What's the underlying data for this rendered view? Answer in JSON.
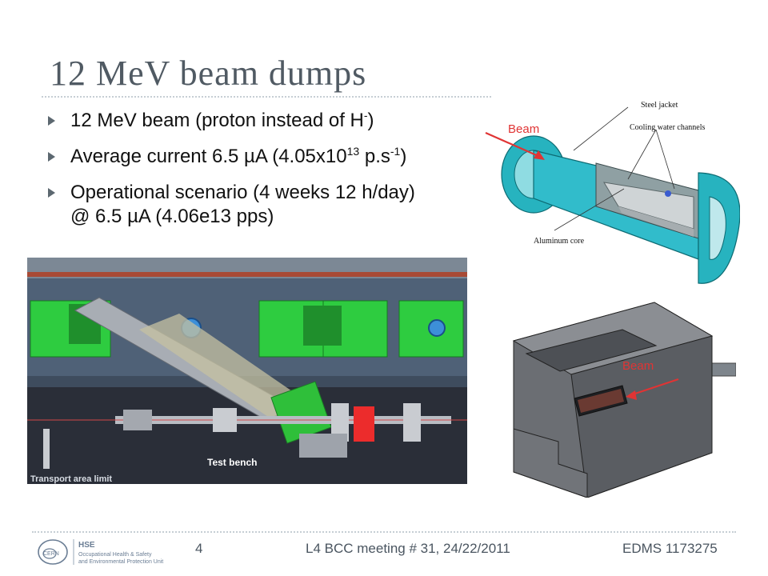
{
  "slide": {
    "title": "12 MeV beam dumps",
    "bullets": [
      {
        "pre": "12 MeV beam (proton instead of H",
        "sup": "-",
        "post": ")"
      },
      {
        "pre": "Average current 6.5 µA (4.05x10",
        "sup": "13",
        "mid": " p.s",
        "sup2": "-1",
        "post": ")"
      },
      {
        "line1": "Operational scenario (4 weeks 12 h/day)",
        "line2": "@ 6.5 µA (4.06e13 pps)"
      }
    ]
  },
  "figures": {
    "photo": {
      "label_test_bench": "Test bench",
      "label_transport": "Transport area limit"
    },
    "dump_cross_section": {
      "beam_label": "Beam",
      "annotations": {
        "steel_jacket": "Steel jacket",
        "cooling_channels": "Cooling water channels",
        "aluminum_core": "Aluminum core"
      }
    },
    "dump_block": {
      "beam_label": "Beam"
    }
  },
  "footer": {
    "logo": {
      "org_short": "HSE",
      "org_line1": "Occupational Health & Safety",
      "org_line2": "and Environmental Protection Unit",
      "cern_mark": "CERN"
    },
    "page_number": "4",
    "meeting": "L4 BCC meeting # 31, 24/22/2011",
    "edms": "EDMS 1173275"
  },
  "colors": {
    "title": "#505a63",
    "bullet_arrow": "#5c6870",
    "beam_label": "#e03434",
    "dump_cyan": "#27b3bf",
    "footer_text": "#4a5560"
  }
}
